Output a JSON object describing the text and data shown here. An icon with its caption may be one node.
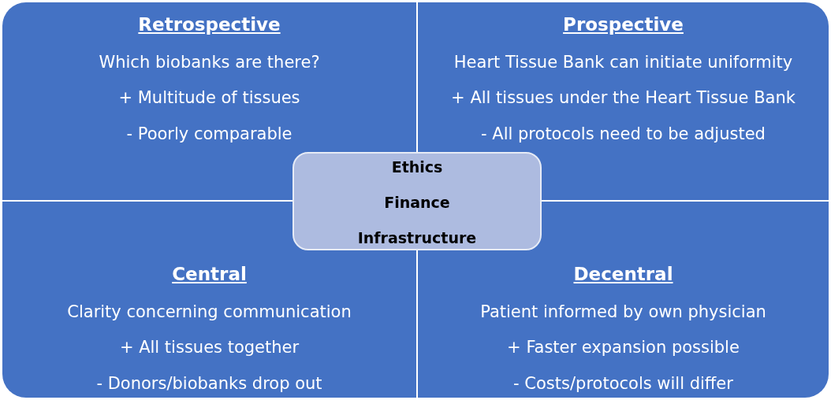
{
  "diagram": {
    "nodes": [
      {
        "text": [
          "Retrospective",
          "Which biobanks are there?",
          "+ Multitude of tissues",
          "- Poorly comparable"
        ]
      },
      {
        "text": [
          "Prospective",
          "Heart Tissue Bank can initiate uniformity",
          "+ All tissues under the Heart Tissue Bank",
          "- All protocols need to be adjusted"
        ]
      },
      {
        "text": [
          "Central",
          "Clarity concerning communication",
          "+ All tissues together",
          "- Donors/biobanks drop out"
        ]
      },
      {
        "text": [
          "Decentral",
          "Patient informed by own physician",
          "+ Faster expansion possible",
          "- Costs/protocols will differ"
        ]
      },
      {
        "text": [
          "Ethics",
          "Finance",
          "Infrastructure"
        ]
      }
    ]
  }
}
